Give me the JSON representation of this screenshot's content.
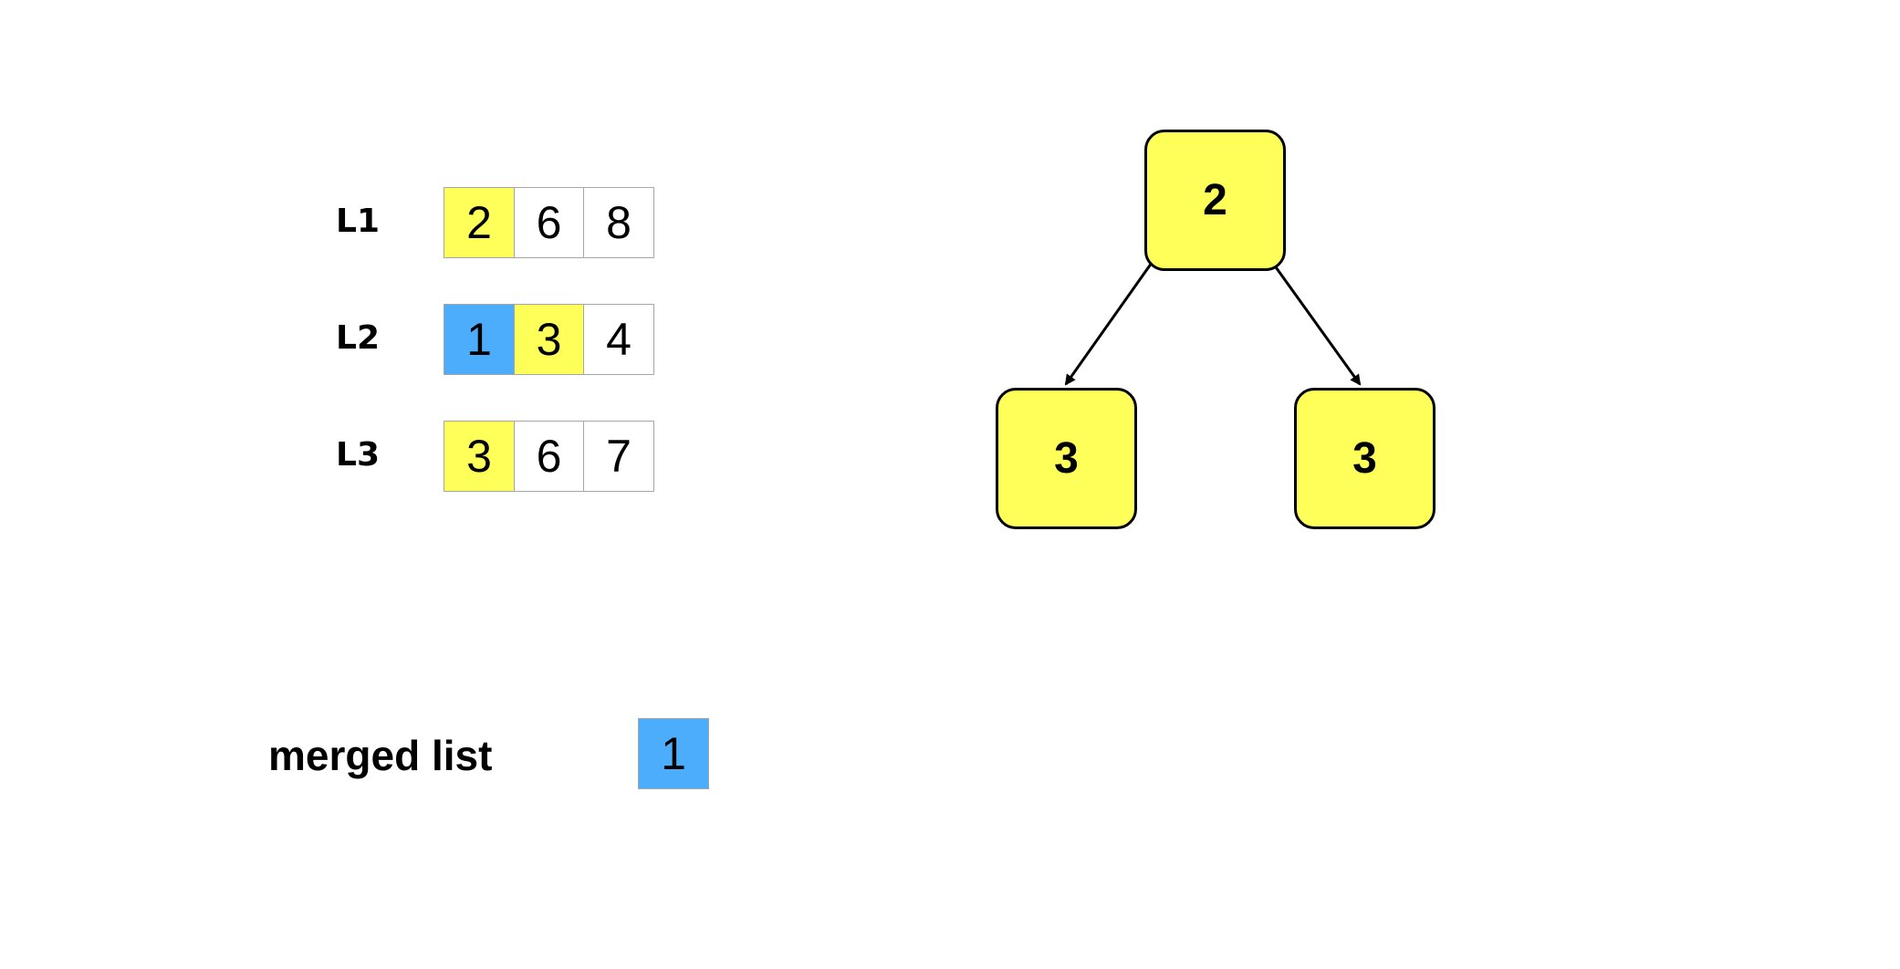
{
  "colors": {
    "highlight_yellow": "#ffff5a",
    "highlight_blue": "#4badfb",
    "cell_default": "#ffffff",
    "cell_border": "#a6a6a6"
  },
  "lists": [
    {
      "label": "L1",
      "cells": [
        {
          "value": "2",
          "state": "yellow"
        },
        {
          "value": "6",
          "state": "none"
        },
        {
          "value": "8",
          "state": "none"
        }
      ]
    },
    {
      "label": "L2",
      "cells": [
        {
          "value": "1",
          "state": "blue"
        },
        {
          "value": "3",
          "state": "yellow"
        },
        {
          "value": "4",
          "state": "none"
        }
      ]
    },
    {
      "label": "L3",
      "cells": [
        {
          "value": "3",
          "state": "yellow"
        },
        {
          "value": "6",
          "state": "none"
        },
        {
          "value": "7",
          "state": "none"
        }
      ]
    }
  ],
  "merged": {
    "label": "merged list",
    "cells": [
      {
        "value": "1",
        "state": "blue"
      }
    ]
  },
  "heap": {
    "root": {
      "value": "2"
    },
    "left": {
      "value": "3"
    },
    "right": {
      "value": "3"
    }
  }
}
